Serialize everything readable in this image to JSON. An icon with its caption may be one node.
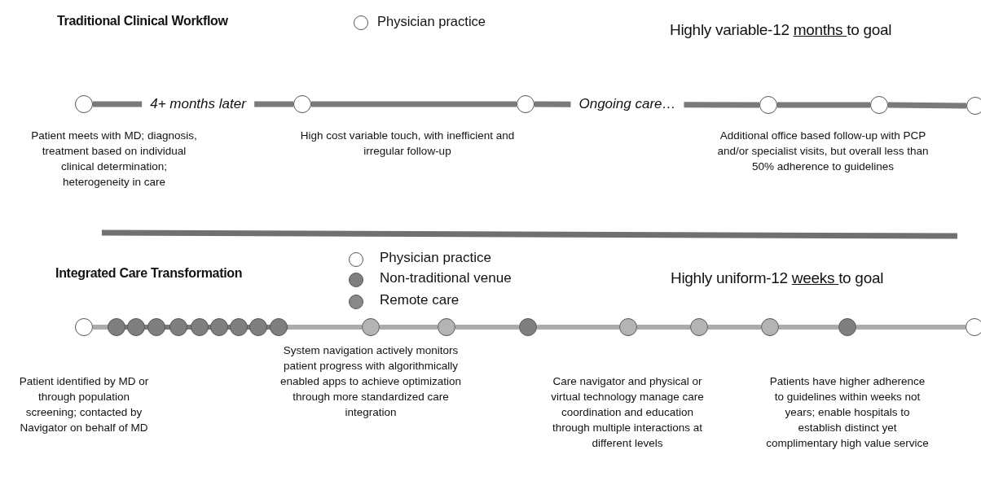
{
  "diagram": {
    "nodes": [
      {
        "text": [],
        "shape": "circle"
      },
      {
        "text": [],
        "shape": "circle"
      },
      {
        "text": [],
        "shape": "circle"
      },
      {
        "text": [],
        "shape": "circle"
      },
      {
        "text": [],
        "shape": "circle"
      },
      {
        "text": [],
        "shape": "circle"
      },
      {
        "text": [],
        "shape": "circle"
      },
      {
        "text": [],
        "shape": "circle"
      },
      {
        "text": [],
        "shape": "circle"
      },
      {
        "text": [],
        "shape": "circle"
      },
      {
        "text": [],
        "shape": "circle"
      },
      {
        "text": [],
        "shape": "circle"
      },
      {
        "text": [],
        "shape": "circle"
      },
      {
        "text": [],
        "shape": "circle"
      },
      {
        "text": [],
        "shape": "circle"
      },
      {
        "text": [],
        "shape": "circle"
      },
      {
        "text": [],
        "shape": "circle"
      },
      {
        "text": [],
        "shape": "circle"
      },
      {
        "text": [],
        "shape": "circle"
      },
      {
        "text": [],
        "shape": "circle"
      },
      {
        "text": [],
        "shape": "circle"
      },
      {
        "text": [],
        "shape": "circle"
      },
      {
        "text": [],
        "shape": "circle"
      },
      {
        "text": [],
        "shape": "circle"
      }
    ],
    "edges": [
      {
        "from": 0,
        "to": 1,
        "arrow": "none",
        "label": "4+ months later"
      },
      {
        "from": 1,
        "to": 2,
        "arrow": "none"
      },
      {
        "from": 2,
        "to": 3,
        "arrow": "none",
        "label": "Ongoing care…"
      },
      {
        "from": 3,
        "to": 4,
        "arrow": "none"
      },
      {
        "from": 4,
        "to": 5,
        "arrow": "none"
      },
      {
        "from": 6,
        "to": 7,
        "arrow": "none"
      },
      {
        "from": 15,
        "to": 16,
        "arrow": "none"
      },
      {
        "from": 16,
        "to": 17,
        "arrow": "none"
      },
      {
        "from": 17,
        "to": 18,
        "arrow": "none"
      },
      {
        "from": 18,
        "to": 19,
        "arrow": "none"
      },
      {
        "from": 19,
        "to": 20,
        "arrow": "none"
      },
      {
        "from": 20,
        "to": 21,
        "arrow": "none"
      },
      {
        "from": 21,
        "to": 22,
        "arrow": "none"
      },
      {
        "from": 22,
        "to": 23,
        "arrow": "none"
      }
    ],
    "labels": [
      "Traditional Clinical Workflow",
      "Highly variable-12 months to goal",
      "Patient meets with MD; diagnosis, treatment based on individual clinical determination; heterogeneity in care",
      "High cost variable touch, with inefficient and irregular follow-up",
      "Additional office based follow-up with PCP and/or specialist visits, but overall less than 50% adherence to guidelines",
      "Integrated Care Transformation",
      "Highly uniform-12 weeks to goal",
      "Patient identified by MD or through population screening; contacted by Navigator on behalf of MD",
      "System navigation actively monitors patient progress with algorithmically enabled apps to achieve optimization through more standardized care integration",
      "Care navigator and physical or virtual technology manage care coordination and education through multiple interactions at different levels",
      "Patients have higher adherence to guidelines within weeks not years; enable hospitals to establish distinct yet complimentary high value service"
    ],
    "legend": [
      {
        "text": "Physician practice",
        "color": "#ffffff"
      },
      {
        "text": "Physician practice",
        "color": "#ffffff"
      },
      {
        "text": "Non-traditional venue",
        "color": "#7f7f7f"
      },
      {
        "text": "Remote care",
        "color": "#898989"
      }
    ]
  }
}
